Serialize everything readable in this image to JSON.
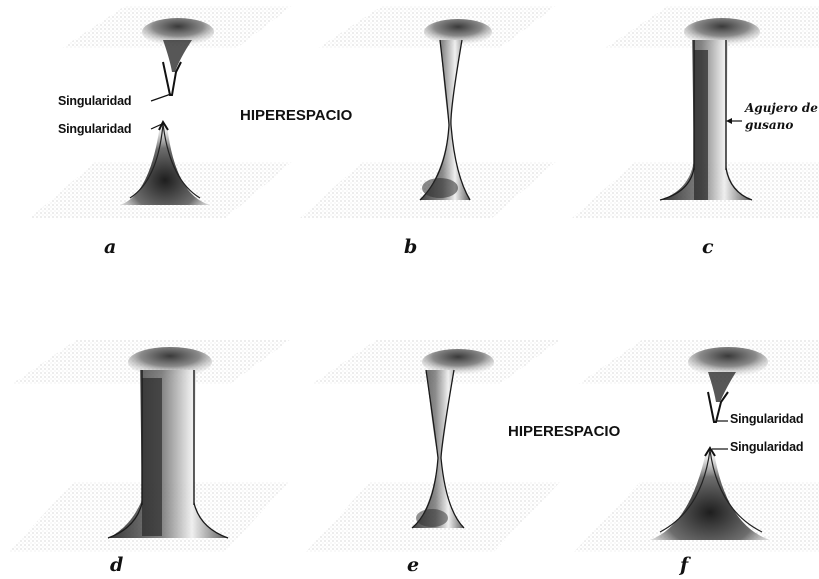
{
  "panels": [
    {
      "letter": "a"
    },
    {
      "letter": "b"
    },
    {
      "letter": "c"
    },
    {
      "letter": "d"
    },
    {
      "letter": "e"
    },
    {
      "letter": "f"
    }
  ],
  "labels": {
    "singularity_a_top": "Singularidad",
    "singularity_a_bottom": "Singularidad",
    "hyperspace_top": "HIPERESPACIO",
    "wormhole_line1": "Agujero de",
    "wormhole_line2": "gusano",
    "hyperspace_bottom": "HIPERESPACIO",
    "singularity_f_top": "Singularidad",
    "singularity_f_bottom": "Singularidad"
  },
  "colors": {
    "ink": "#111111",
    "sheet_shade": "#9a9a9a",
    "tube_dark": "#2b2b2b"
  }
}
